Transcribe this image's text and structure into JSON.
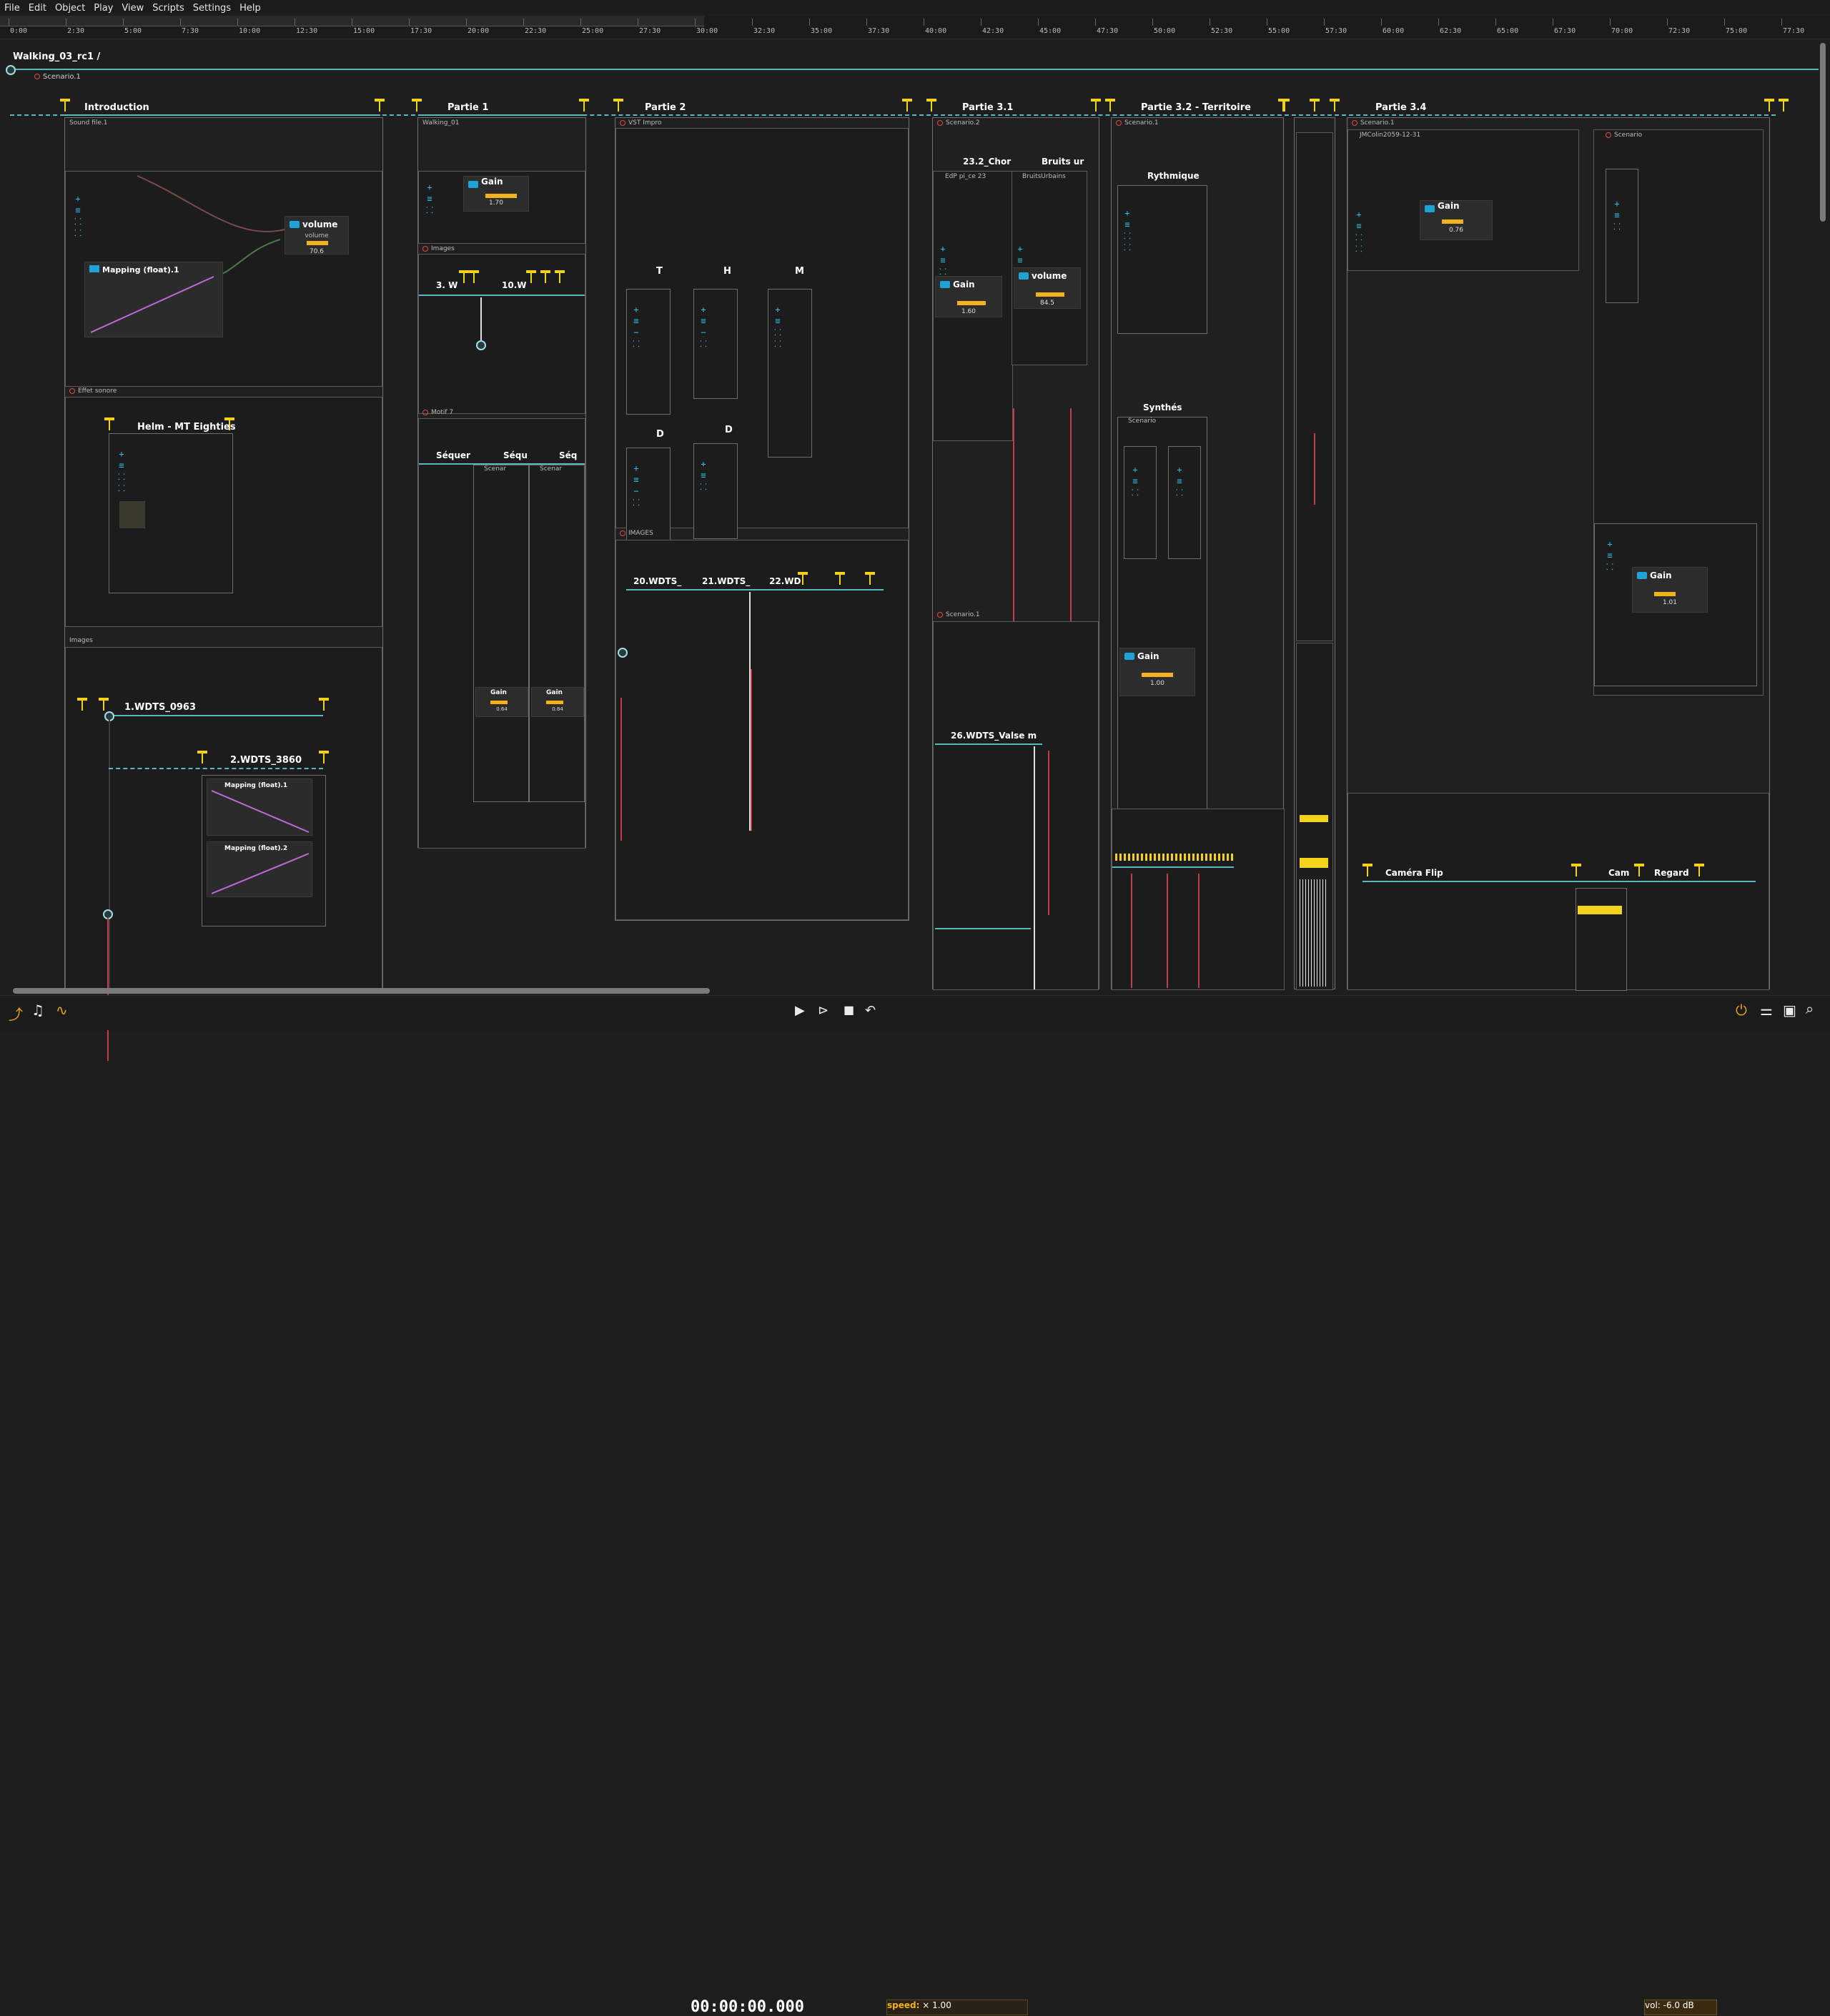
{
  "menu": [
    "File",
    "Edit",
    "Object",
    "Play",
    "View",
    "Scripts",
    "Settings",
    "Help"
  ],
  "ruler": [
    "0:00",
    "2:30",
    "5:00",
    "7:30",
    "10:00",
    "12:30",
    "15:00",
    "17:30",
    "20:00",
    "22:30",
    "25:00",
    "27:30",
    "30:00",
    "32:30",
    "35:00",
    "37:30",
    "40:00",
    "42:30",
    "45:00",
    "47:30",
    "50:00",
    "52:30",
    "55:00",
    "57:30",
    "60:00",
    "62:30",
    "65:00",
    "67:30",
    "70:00",
    "72:30",
    "75:00",
    "77:30"
  ],
  "breadcrumb": "Walking_03_rc1 /",
  "root_scenario": "Scenario.1",
  "intervals": {
    "introduction": "Introduction",
    "partie1": "Partie 1",
    "partie2": "Partie 2",
    "partie31": "Partie 3.1",
    "partie32": "Partie 3.2 - Territoire",
    "partie34": "Partie 3.4"
  },
  "processes": {
    "sound_file": "Sound file.1",
    "effet_sonore": "Effet sonore",
    "images": "Images",
    "walking01": "Walking_01",
    "motif7": "Motif 7",
    "vst_impro": "VST Impro",
    "images_caps": "IMAGES",
    "scenario2": "Scenario.2",
    "scenario1": "Scenario.1",
    "scenario": "Scenario",
    "edp": "EdP pi_ce 23",
    "bruits_urbains_proc": "BruitsUrbains",
    "jmcolin": "JMColin2059-12-31",
    "scenar": "Scenar"
  },
  "boxes": {
    "volume": "volume",
    "volume_sub": "volume",
    "volume_val": "70.6",
    "mapping1": "Mapping (float).1",
    "helm": "Helm - MT Eighties",
    "wdts0963": "1.WDTS_0963",
    "wdts3860": "2.WDTS_3860",
    "mapping_float1": "Mapping (float).1",
    "mapping_float2": "Mapping (float).2",
    "gain": "Gain",
    "gain_val_p1": "1.70",
    "w3": "3. W",
    "w10": "10.W",
    "sequer": "Séquer",
    "seq1": "Séqu",
    "seq2": "Séq",
    "t": "T",
    "h": "H",
    "m": "M",
    "d1": "D",
    "d2": "D",
    "wdts20": "20.WDTS_",
    "wdts21": "21.WDTS_",
    "wdts22": "22.WD",
    "chor": "23.2_Chor",
    "bruits": "Bruits ur",
    "gain_val_31a": "1.60",
    "volume_val_31": "84.5",
    "valse": "26.WDTS_Valse m",
    "rythmique": "Rythmique",
    "synthes": "Synthés",
    "gain_val_32": "1.00",
    "gain_val_34a": "0.76",
    "gain_val_34b": "1.01",
    "camera": "Caméra Flip",
    "cam": "Cam",
    "regard": "Regard",
    "sub_gain": "Gain",
    "gain_small_1": "0.64",
    "gain_small_2": "0.84"
  },
  "transport": {
    "timecode": "00:00:00.000",
    "speed_label": "speed:",
    "speed_value": "× 1.00",
    "volume": "vol: -6.0 dB"
  },
  "colors": {
    "accent": "#5ab8c0",
    "trigger": "#f2d21b",
    "gain_bar": "#f2b21b",
    "mapping_line": "#c06ad8",
    "red": "#e04a4a",
    "background": "#1e1e1e"
  },
  "icons": [
    "select-tool-icon",
    "music-note-icon",
    "curve-tool-icon",
    "play-icon",
    "play-from-icon",
    "stop-icon",
    "reverse-play-icon",
    "power-icon",
    "mixer-icon",
    "terminal-icon",
    "search-icon"
  ]
}
